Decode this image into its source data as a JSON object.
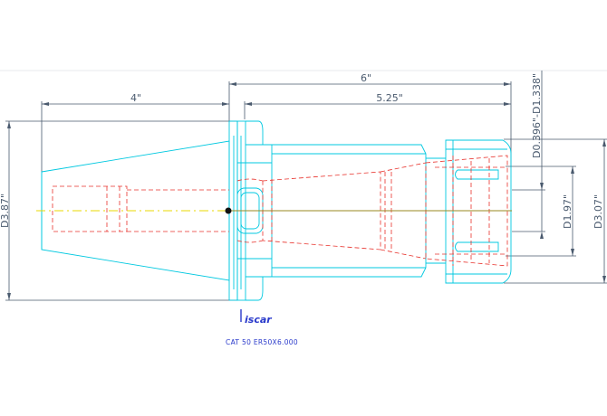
{
  "dimensions": {
    "overall_length": "6\"",
    "taper_length": "4\"",
    "body_length": "5.25\"",
    "flange_diameter": "D3.87\"",
    "collet_bore": "D0.396\"-D1.338\"",
    "inner_diameter": "D1.97\"",
    "nut_diameter": "D3.07\""
  },
  "logo": {
    "text": "iscar"
  },
  "part_number": "CAT 50 ER50X6.000",
  "colors": {
    "dimension": "#4a5a6e",
    "outline": "#00c8e0",
    "hidden": "#e8322c",
    "centerline": "#e8d800",
    "caption": "#2a3acb"
  }
}
